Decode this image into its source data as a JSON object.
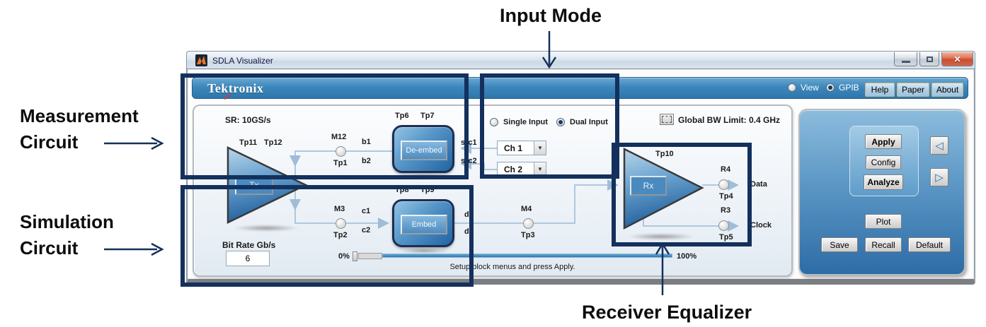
{
  "annotations": {
    "input_mode": "Input Mode",
    "measurement_line1": "Measurement",
    "measurement_line2": "Circuit",
    "simulation_line1": "Simulation",
    "simulation_line2": "Circuit",
    "receiver_equalizer": "Receiver Equalizer",
    "outline_color": "#14305c"
  },
  "window": {
    "title": "SDLA Visualizer",
    "brand": "Tektronix",
    "view_label": "View",
    "gpib_label": "GPIB",
    "help": "Help",
    "paper": "Paper",
    "about": "About"
  },
  "measurement": {
    "sample_rate": "SR: 10GS/s",
    "tx": "Tx",
    "tp11": "Tp11",
    "tp12": "Tp12",
    "m12": "M12",
    "tp1": "Tp1",
    "b1": "b1",
    "b2": "b2",
    "tp6": "Tp6",
    "tp7": "Tp7",
    "deembed": "De-embed",
    "src1": "src1",
    "src2": "src2"
  },
  "simulation": {
    "m3": "M3",
    "tp2": "Tp2",
    "c1": "c1",
    "c2": "c2",
    "tp8": "Tp8",
    "tp9": "Tp9",
    "embed": "Embed",
    "d1": "d1",
    "d2": "d2",
    "m4": "M4",
    "tp3": "Tp3",
    "bit_rate_label": "Bit Rate Gb/s",
    "bit_rate_value": "6"
  },
  "input_mode": {
    "single": "Single Input",
    "dual": "Dual Input",
    "ch1": "Ch 1",
    "ch2": "Ch 2"
  },
  "receiver": {
    "rx": "Rx",
    "tp10": "Tp10",
    "r4": "R4",
    "tp4": "Tp4",
    "data": "Data",
    "r3": "R3",
    "tp5": "Tp5",
    "clock": "Clock"
  },
  "global_bw": "Global BW Limit: 0.4 GHz",
  "progress": {
    "start": "0%",
    "end": "100%",
    "status": "Setup block menus and press Apply."
  },
  "control_panel": {
    "apply": "Apply",
    "config": "Config",
    "analyze": "Analyze",
    "plot": "Plot",
    "save": "Save",
    "recall": "Recall",
    "default_btn": "Default"
  }
}
